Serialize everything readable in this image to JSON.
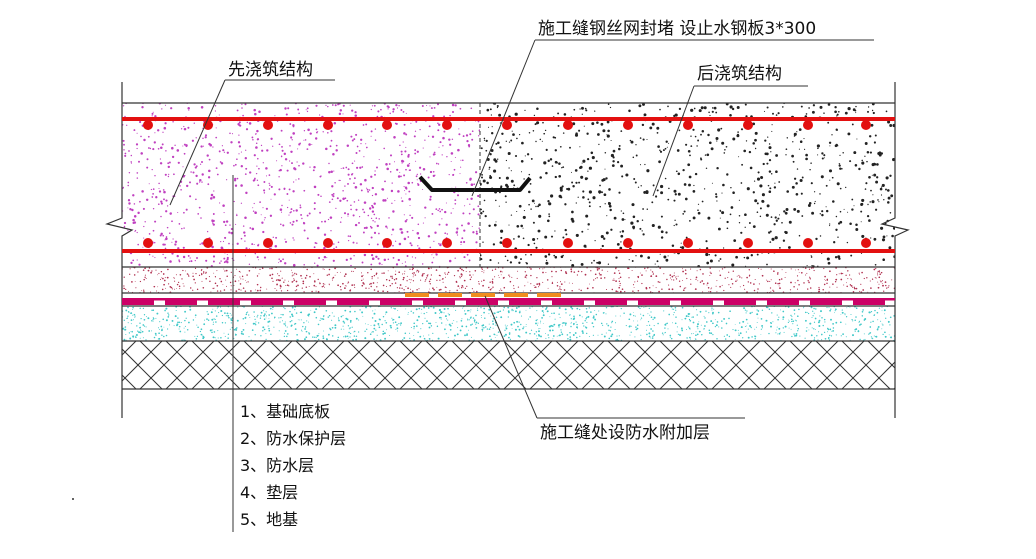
{
  "labels": {
    "pre_pour": "先浇筑结构",
    "joint_top": "施工缝钢丝网封堵 设止水钢板3*300",
    "post_pour": "后浇筑结构",
    "joint_bottom": "施工缝处设防水附加层"
  },
  "legend": [
    "1、基础底板",
    "2、防水保护层",
    "3、防水层",
    "4、垫层",
    "5、地基"
  ],
  "colors": {
    "rebar": "#e31010",
    "pre_pour_speckle": "#c040c0",
    "post_pour_speckle": "#222222",
    "protection_speckle": "#b03050",
    "membrane": "#cc0066",
    "additional_layer": "#f08c1e",
    "cushion_speckle": "#40c8c8",
    "line": "#333333"
  },
  "icons": {
    "steel_plate": "waterstop-steel-plate",
    "rebar_dot": "rebar-section-dot"
  }
}
